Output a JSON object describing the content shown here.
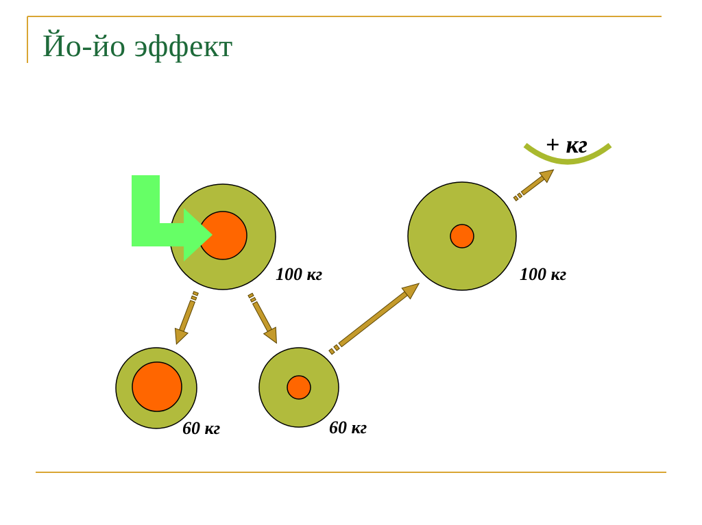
{
  "title": "Йо-йо эффект",
  "colors": {
    "rule_gold": "#D9A532",
    "title_green": "#1E6A3A",
    "outer_olive": "#B1BB3D",
    "inner_orange": "#FF6600",
    "arrow_gold": "#C49A2B",
    "green_arrow": "#66FF66",
    "curve_olive": "#A9B92E"
  },
  "labels": {
    "top_left_weight": "100 кг",
    "top_right_weight": "100 кг",
    "bottom_left_weight": "60 кг",
    "bottom_mid_weight": "60 кг",
    "plus_sign": "+",
    "plus_unit": "кг"
  }
}
